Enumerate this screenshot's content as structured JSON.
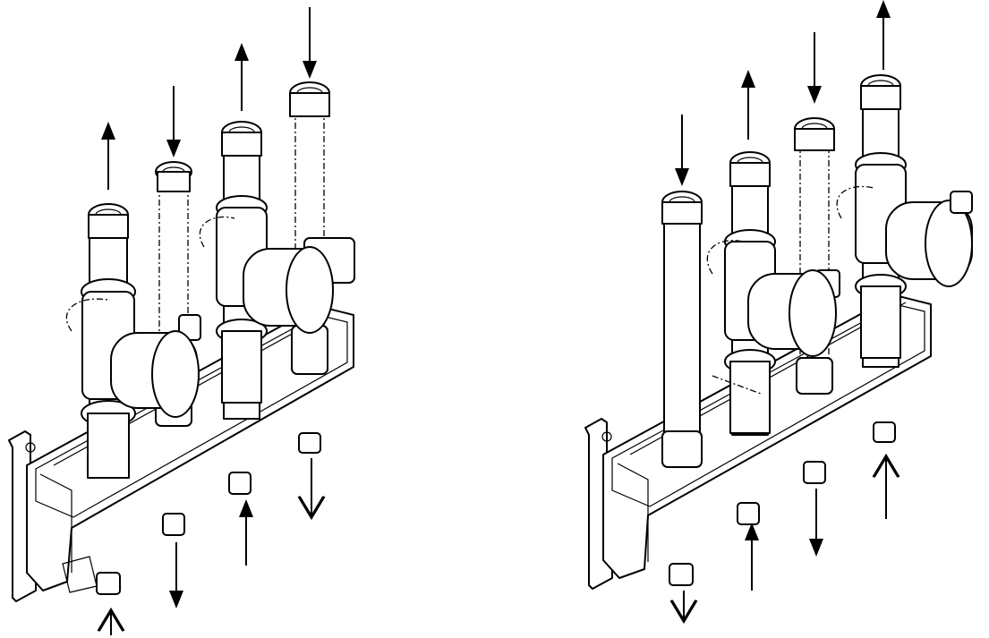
{
  "figure": {
    "panels": [
      {
        "id": "left",
        "pipes": [
          {
            "style": "solid",
            "flow": "up"
          },
          {
            "style": "dashed",
            "flow": "down"
          },
          {
            "style": "solid",
            "flow": "up"
          },
          {
            "style": "dashed",
            "flow": "down"
          }
        ],
        "pumps": [
          {
            "attached_to_pipe": 1
          },
          {
            "attached_to_pipe": 3
          }
        ],
        "bottom_ports": [
          {
            "flow": "up",
            "arrowhead": "open"
          },
          {
            "flow": "down",
            "arrowhead": "filled"
          },
          {
            "flow": "up",
            "arrowhead": "filled"
          },
          {
            "flow": "down",
            "arrowhead": "open"
          }
        ]
      },
      {
        "id": "right",
        "pipes": [
          {
            "style": "solid",
            "flow": "down"
          },
          {
            "style": "solid",
            "flow": "up"
          },
          {
            "style": "dashed",
            "flow": "down"
          },
          {
            "style": "solid",
            "flow": "up"
          }
        ],
        "pumps": [
          {
            "attached_to_pipe": 2
          },
          {
            "attached_to_pipe": 4
          }
        ],
        "bottom_ports": [
          {
            "flow": "down",
            "arrowhead": "open"
          },
          {
            "flow": "up",
            "arrowhead": "filled"
          },
          {
            "flow": "down",
            "arrowhead": "filled"
          },
          {
            "flow": "up",
            "arrowhead": "open"
          }
        ]
      }
    ]
  }
}
